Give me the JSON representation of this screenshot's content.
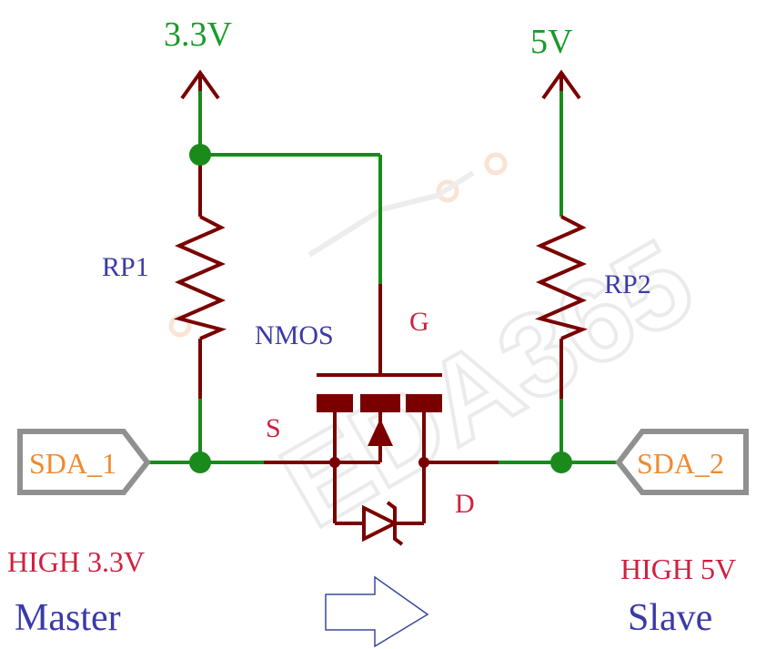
{
  "power": {
    "left_rail": "3.3V",
    "right_rail": "5V"
  },
  "components": {
    "resistor_left": "RP1",
    "resistor_right": "RP2",
    "transistor": "NMOS",
    "gate_pin": "G",
    "source_pin": "S",
    "drain_pin": "D"
  },
  "ports": {
    "left": "SDA_1",
    "right": "SDA_2"
  },
  "sides": {
    "left_level": "HIGH 3.3V",
    "left_role": "Master",
    "right_level": "HIGH 5V",
    "right_role": "Slave"
  },
  "watermark": "EDA365",
  "colors": {
    "wire_green": "#1a8a1a",
    "component_red": "#7a0000",
    "label_green": "#1a9a2a",
    "label_blue": "#3a3aa8",
    "label_red": "#d02040",
    "port_orange": "#f08a30",
    "port_border": "#909090",
    "watermark": "#e6e6e6"
  }
}
